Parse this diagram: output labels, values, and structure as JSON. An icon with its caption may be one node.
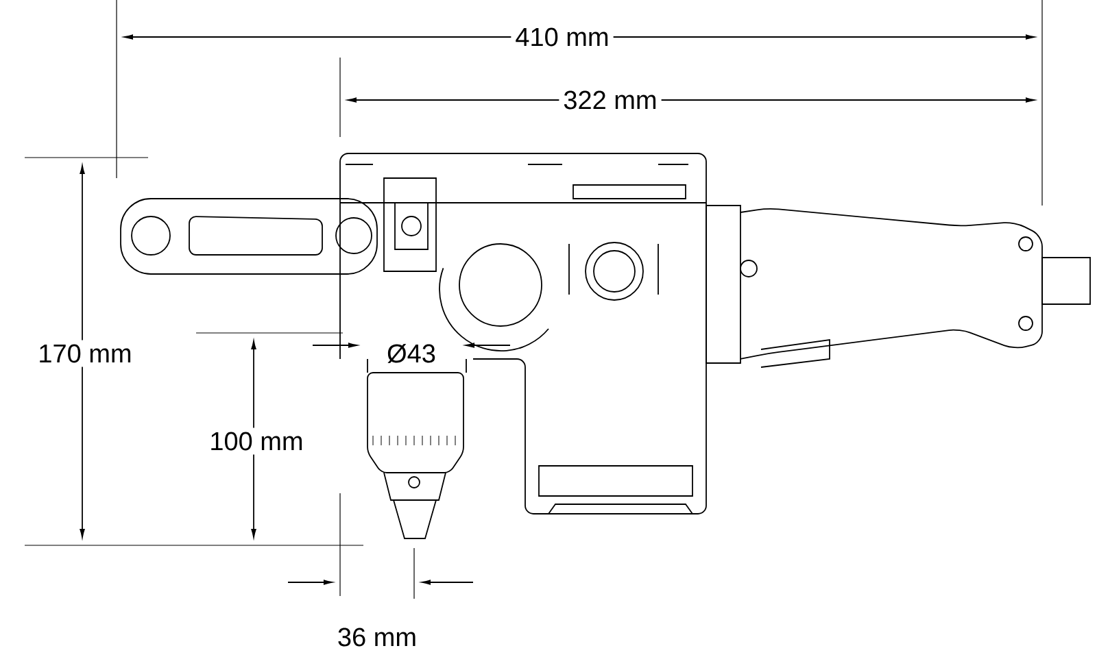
{
  "diagram": {
    "labels": [
      "410 mm",
      "322 mm",
      "170 mm",
      "Ø43",
      "100 mm",
      "36 mm"
    ]
  }
}
